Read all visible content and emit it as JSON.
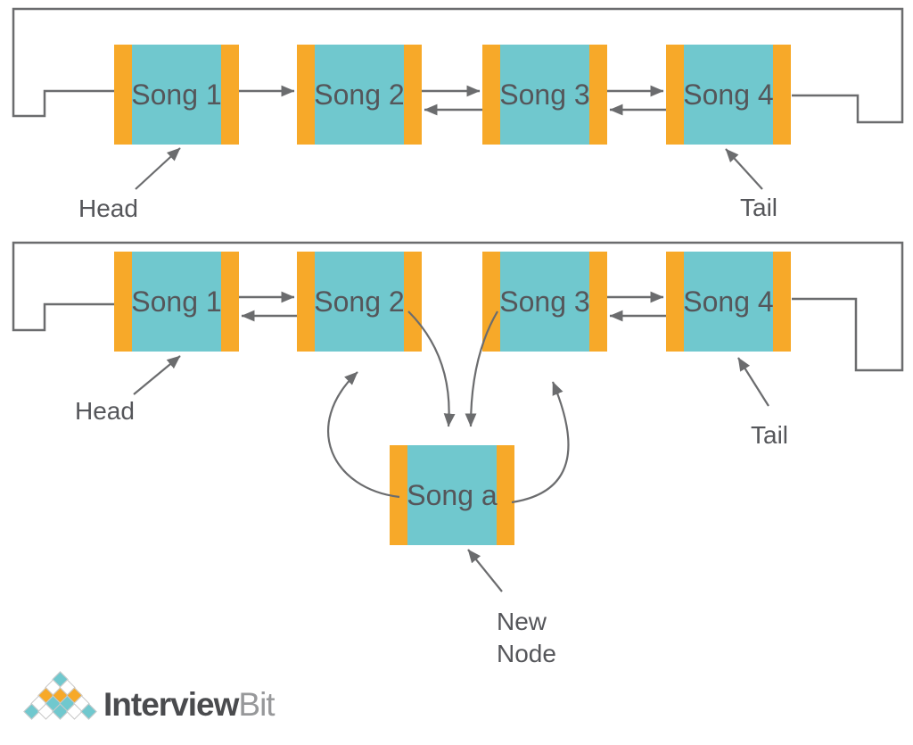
{
  "colors": {
    "teal": "#70C8CE",
    "orange": "#F7A929",
    "line": "#6B6C6E",
    "text": "#55565A",
    "logo_dark": "#4A4B4E",
    "logo_light": "#97989A",
    "diamond_border": "#C9C9C9"
  },
  "top_list": {
    "nodes": [
      "Song 1",
      "Song 2",
      "Song 3",
      "Song 4"
    ],
    "head_label": "Head",
    "tail_label": "Tail"
  },
  "bottom_list": {
    "nodes": [
      "Song 1",
      "Song 2",
      "Song 3",
      "Song 4"
    ],
    "new_node_text": "Song a",
    "head_label": "Head",
    "tail_label": "Tail",
    "new_node_label": [
      "New",
      "Node"
    ]
  },
  "logo": {
    "brand_bold": "Interview",
    "brand_light": "Bit",
    "pyramid_rows": [
      [
        "teal"
      ],
      [
        "white",
        "white"
      ],
      [
        "orange",
        "orange",
        "orange"
      ],
      [
        "white",
        "teal",
        "teal",
        "white"
      ],
      [
        "teal",
        "white",
        "teal",
        "white",
        "teal"
      ]
    ]
  }
}
